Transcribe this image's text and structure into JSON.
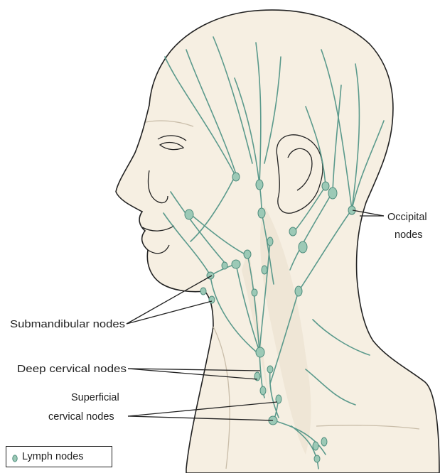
{
  "diagram": {
    "labels": {
      "occipital_line1": "Occipital",
      "occipital_line2": "nodes",
      "submandibular": "Submandibular nodes",
      "deep_cervical": "Deep cervical nodes",
      "superficial_line1": "Superficial",
      "superficial_line2": "cervical nodes"
    },
    "legend": {
      "label": "Lymph nodes",
      "symbol": "lymph-node-icon"
    },
    "colors": {
      "skin": "#f6efe2",
      "outline": "#222222",
      "lymph_vessel": "#5b9a8c",
      "lymph_node": "#9cc9b6",
      "text": "#222222"
    }
  }
}
